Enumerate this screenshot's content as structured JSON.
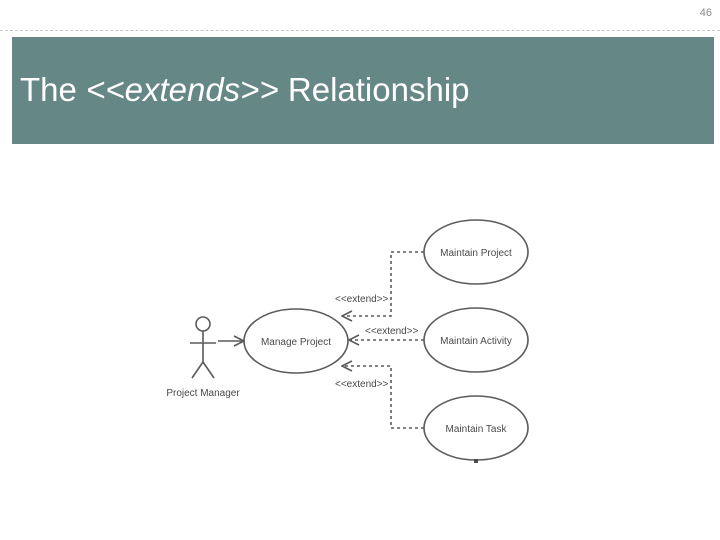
{
  "slide": {
    "page_number": "46",
    "title_prefix": "The ",
    "title_emphasis": "<<extends>>",
    "title_suffix": " Relationship"
  },
  "diagram": {
    "actor": {
      "label": "Project Manager"
    },
    "base_use_case": {
      "label": "Manage Project"
    },
    "extension_use_cases": [
      {
        "label": "Maintain Project"
      },
      {
        "label": "Maintain Activity"
      },
      {
        "label": "Maintain Task"
      }
    ],
    "relationships": [
      {
        "label": "<<extend>>"
      },
      {
        "label": "<<extend>>"
      },
      {
        "label": "<<extend>>"
      }
    ],
    "colors": {
      "title_bar": "#658786",
      "title_text": "#ffffff",
      "diagram_stroke": "#5a5a5a",
      "diagram_text": "#4a4a4a"
    }
  }
}
